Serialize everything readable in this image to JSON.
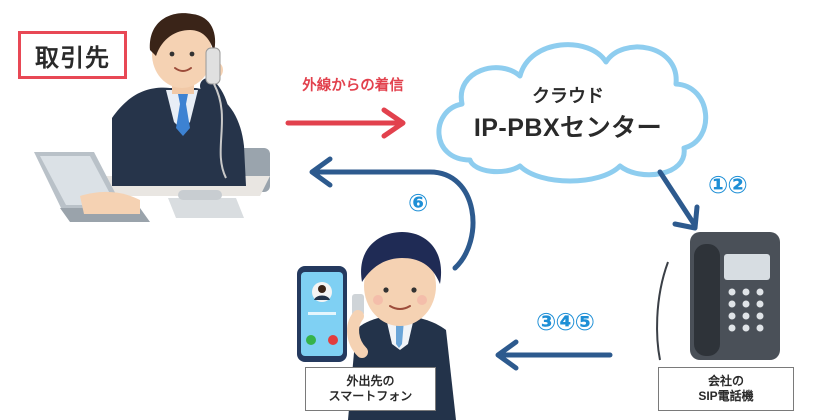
{
  "client_label": "取引先",
  "incoming_label": "外線からの着信",
  "cloud": {
    "line1": "クラウド",
    "line2": "IP-PBXセンター"
  },
  "steps": {
    "s12": "①②",
    "s6": "⑥",
    "s345": "③④⑤"
  },
  "smartphone_box": {
    "line1": "外出先の",
    "line2": "スマートフォン"
  },
  "sip_box": {
    "line1": "会社の",
    "line2": "SIP電話機"
  },
  "colors": {
    "red": "#e2414d",
    "navy": "#2d5a8e",
    "blue": "#1e8fd6",
    "cloud_stroke": "#8ecdef"
  }
}
